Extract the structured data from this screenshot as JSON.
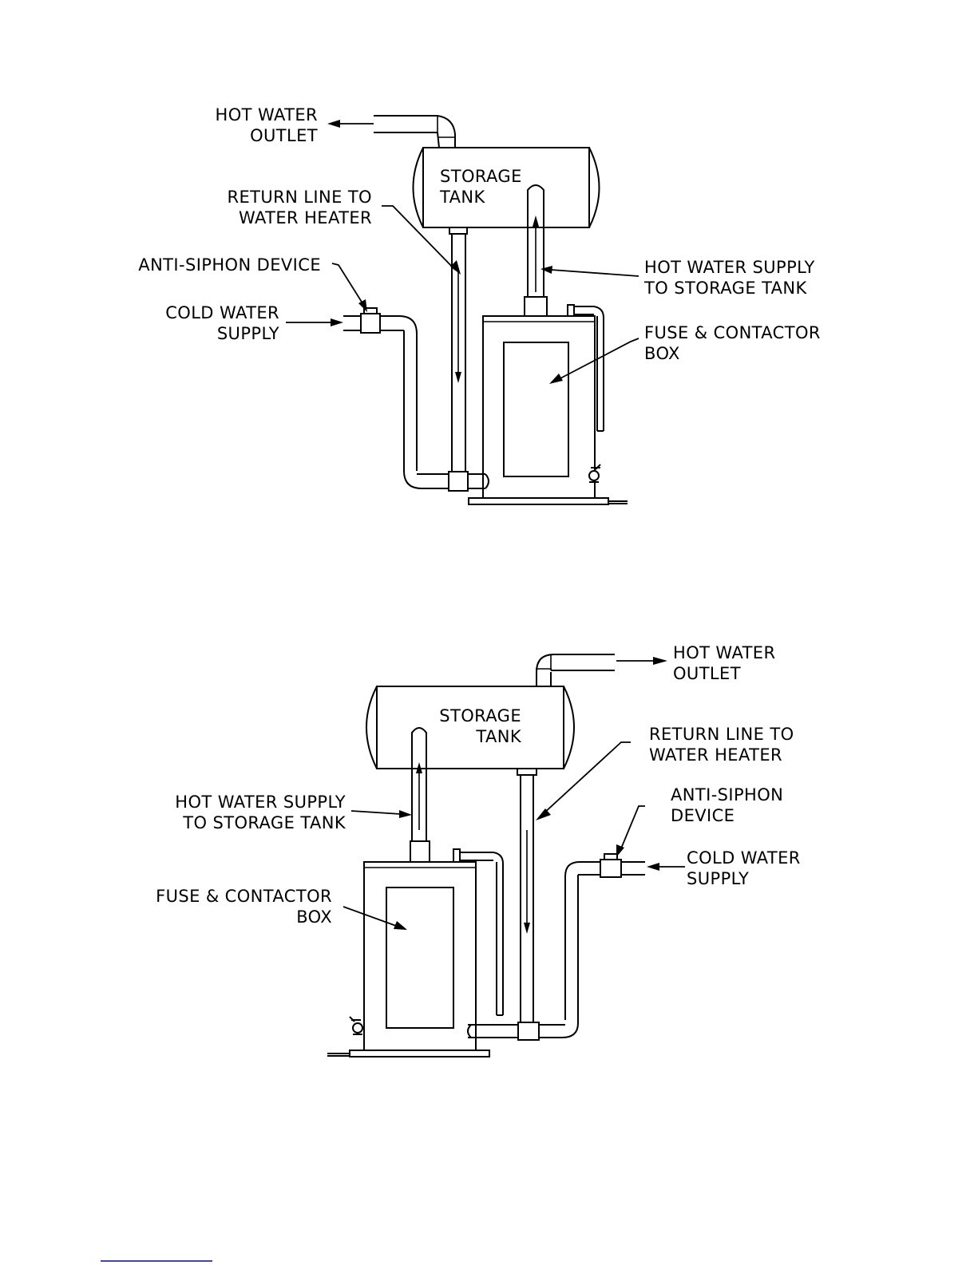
{
  "diagrams": {
    "top": {
      "hot_water_outlet": [
        "HOT WATER",
        "OUTLET"
      ],
      "storage_tank": [
        "STORAGE",
        "TANK"
      ],
      "return_line": [
        "RETURN LINE TO",
        "WATER HEATER"
      ],
      "anti_siphon": [
        "ANTI-SIPHON DEVICE"
      ],
      "cold_water": [
        "COLD WATER",
        "SUPPLY"
      ],
      "hot_water_supply": [
        "HOT WATER SUPPLY",
        "TO STORAGE TANK"
      ],
      "fuse_box": [
        "FUSE & CONTACTOR",
        "BOX"
      ]
    },
    "bottom": {
      "hot_water_outlet": [
        "HOT WATER",
        "OUTLET"
      ],
      "storage_tank": [
        "STORAGE",
        "TANK"
      ],
      "return_line": [
        "RETURN LINE TO",
        "WATER HEATER"
      ],
      "anti_siphon": [
        "ANTI-SIPHON",
        "DEVICE"
      ],
      "cold_water": [
        "COLD WATER",
        "SUPPLY"
      ],
      "hot_water_supply": [
        "HOT WATER SUPPLY",
        "TO STORAGE TANK"
      ],
      "fuse_box": [
        "FUSE & CONTACTOR",
        "BOX"
      ]
    }
  }
}
